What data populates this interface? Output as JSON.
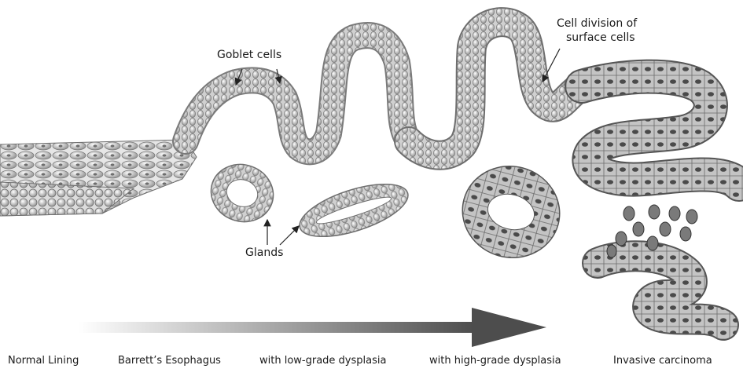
{
  "callouts": {
    "goblet_cells": "Goblet cells",
    "glands": "Glands",
    "cell_division_line1": "Cell division of",
    "cell_division_line2": "surface cells"
  },
  "stages": [
    "Normal Lining",
    "Barrett’s Esophagus",
    "with low-grade dysplasia",
    "with high-grade dysplasia",
    "Invasive carcinoma"
  ],
  "colors": {
    "tissue_fill": "#d9d9d9",
    "tissue_dark": "#6b6b6b",
    "nucleus": "#3a3a3a",
    "arrow_start": "#ffffff",
    "arrow_end": "#4d4d4d",
    "text": "#1a1a1a"
  }
}
